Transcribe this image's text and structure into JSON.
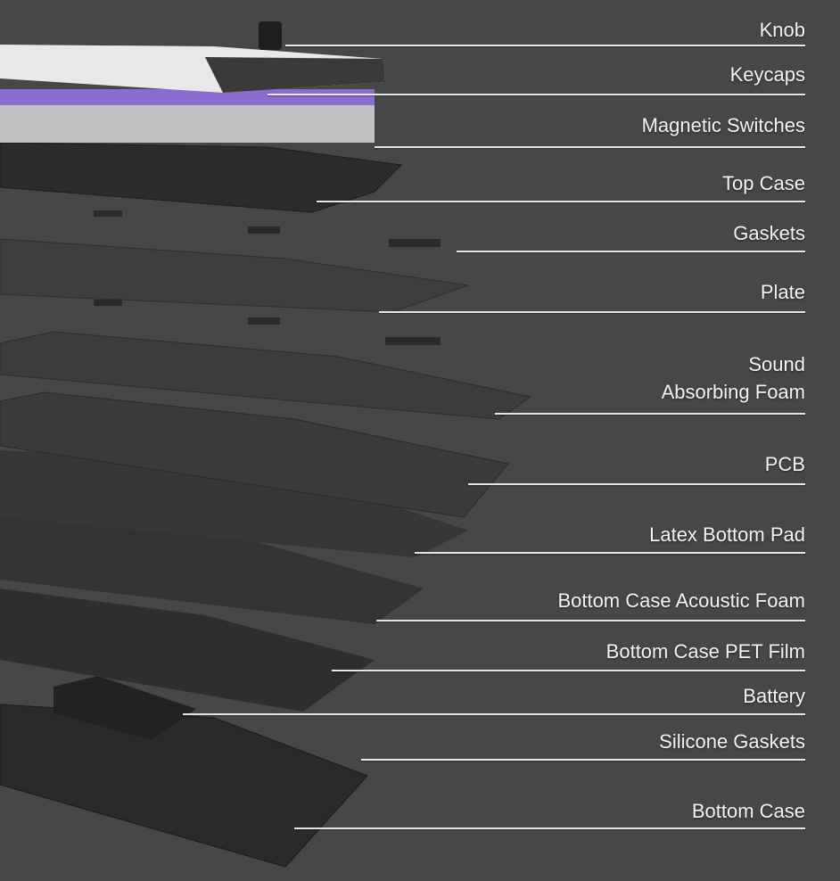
{
  "title": "Keyboard exploded view",
  "labels": {
    "knob": "Knob",
    "keycaps": "Keycaps",
    "magnetic_switches": "Magnetic Switches",
    "top_case": "Top Case",
    "gaskets": "Gaskets",
    "plate": "Plate",
    "sound_foam_line1": "Sound",
    "sound_foam_line2": "Absorbing Foam",
    "pcb": "PCB",
    "latex_bottom_pad": "Latex Bottom Pad",
    "bottom_case_acoustic_foam": "Bottom Case Acoustic Foam",
    "bottom_case_pet_film": "Bottom Case PET Film",
    "battery": "Battery",
    "silicone_gaskets": "Silicone Gaskets",
    "bottom_case": "Bottom Case"
  },
  "colors": {
    "background": "#474747",
    "label": "#f4f4f4",
    "switch_accent": "#7a4fd0"
  }
}
